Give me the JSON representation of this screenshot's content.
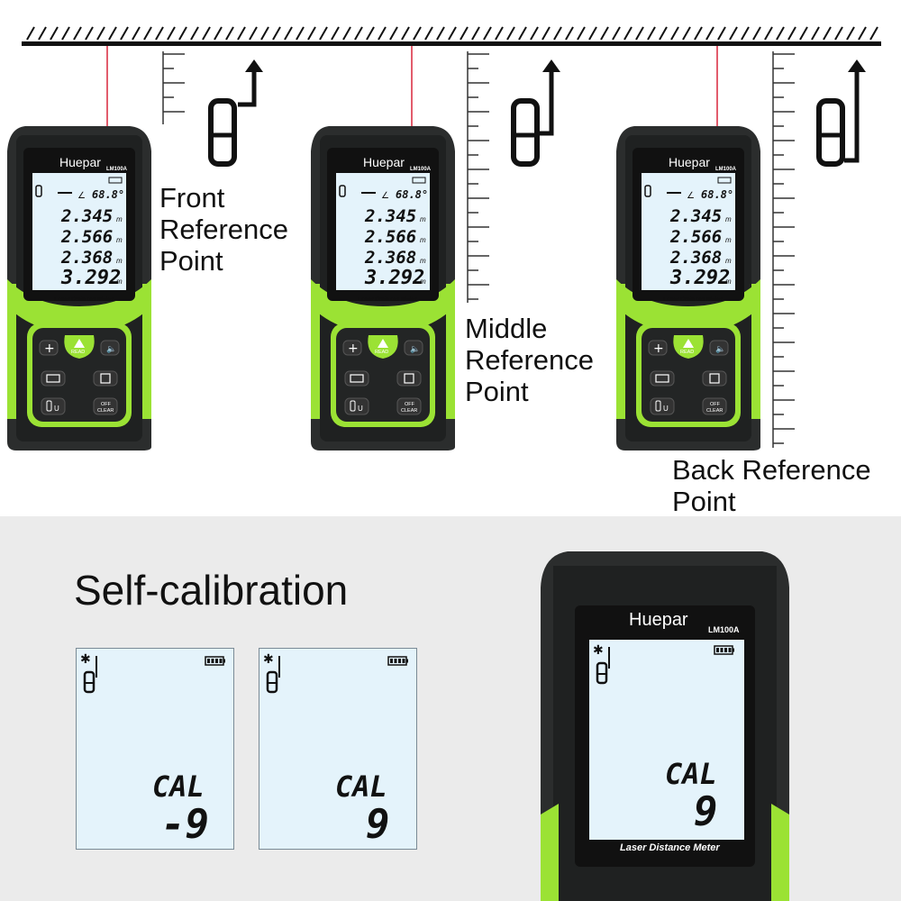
{
  "top": {
    "labels": {
      "front": [
        "Front",
        "Reference",
        "Point"
      ],
      "middle": [
        "Middle",
        "Reference",
        "Point"
      ],
      "back": [
        "Back Reference",
        "Point"
      ]
    },
    "device": {
      "brand": "Huepar",
      "model": "LM100A",
      "band_label": "Laser Distance Meter",
      "angle": "68.8°",
      "readings": [
        "2.345",
        "2.566",
        "2.368",
        "3.292"
      ],
      "unit": "m",
      "buttons": {
        "read": "READ",
        "off": "OFF",
        "clear": "CLEAR",
        "unit": "U"
      }
    }
  },
  "bottom": {
    "title": "Self-calibration",
    "screens": [
      {
        "label": "CAL",
        "value": "-9"
      },
      {
        "label": "CAL",
        "value": "9"
      }
    ],
    "device": {
      "brand": "Huepar",
      "model": "LM100A",
      "cal_label": "CAL",
      "cal_value": "9",
      "band_label": "Laser Distance Meter"
    }
  },
  "colors": {
    "accent_green": "#9be234",
    "body": "#2b2d2d",
    "lcd": "#e4f3fb",
    "laser": "#d9263a"
  }
}
